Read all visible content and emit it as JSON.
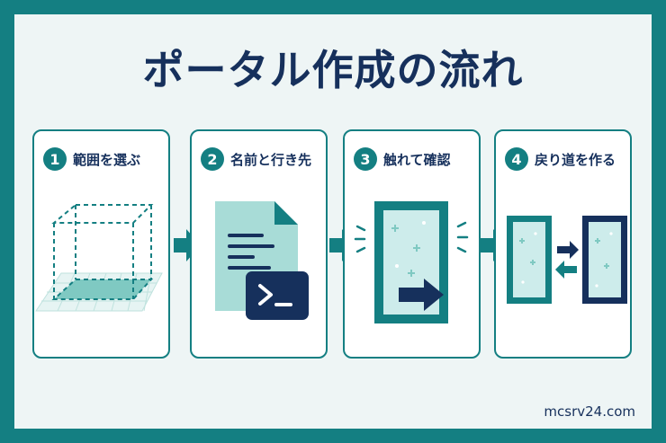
{
  "title": "ポータル作成の流れ",
  "steps": [
    {
      "number": "1",
      "label": "範囲を選ぶ",
      "icon": "selection-cube-icon"
    },
    {
      "number": "2",
      "label": "名前と行き先",
      "icon": "document-terminal-icon"
    },
    {
      "number": "3",
      "label": "触れて確認",
      "icon": "portal-enter-icon"
    },
    {
      "number": "4",
      "label": "戻り道を作る",
      "icon": "return-portals-icon"
    }
  ],
  "footer": "mcsrv24.com",
  "colors": {
    "frame": "#147f82",
    "title": "#16305c",
    "background": "#eef5f5",
    "accent_light": "#a8dcd7",
    "navy": "#16305c"
  }
}
